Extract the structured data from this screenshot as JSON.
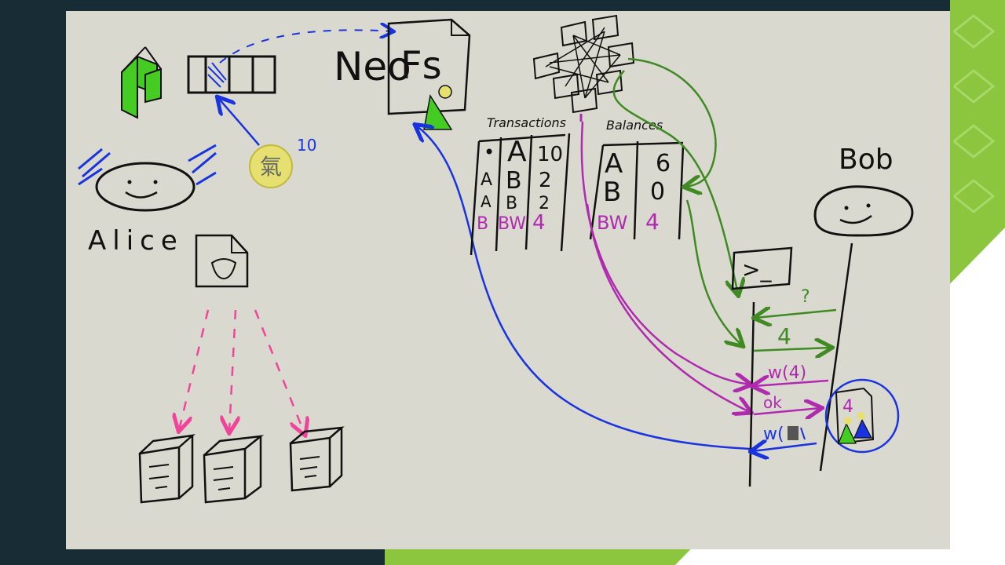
{
  "title": {
    "neo": "Neo",
    "fs": "Fs"
  },
  "actors": {
    "alice": "Alice",
    "bob": "Bob"
  },
  "token": {
    "symbol": "氣",
    "amount": "10"
  },
  "transactions": {
    "label": "Transactions",
    "rows": [
      {
        "from": "•",
        "to": "A",
        "amount": "10"
      },
      {
        "from": "A",
        "to": "B",
        "amount": "2"
      },
      {
        "from": "A",
        "to": "B",
        "amount": "2"
      },
      {
        "from": "B",
        "to": "BW",
        "amount": "4"
      }
    ]
  },
  "balances": {
    "label": "Balances",
    "rows": [
      {
        "account": "A",
        "value": "6"
      },
      {
        "account": "B",
        "value": "0"
      },
      {
        "account": "BW",
        "value": "4"
      }
    ]
  },
  "messages": {
    "query": "?",
    "reply": "4",
    "withdraw": "w(4)",
    "ok": "ok",
    "withdraw_file": "w(",
    "bob_file_value": "4"
  },
  "terminal": {
    "prompt": ">_"
  },
  "colors": {
    "blue": "#1a33e0",
    "green": "#3f8a22",
    "purple": "#b02ab0",
    "pink": "#f0449a",
    "neo_green": "#44cc22",
    "accent": "#8cc63e"
  }
}
